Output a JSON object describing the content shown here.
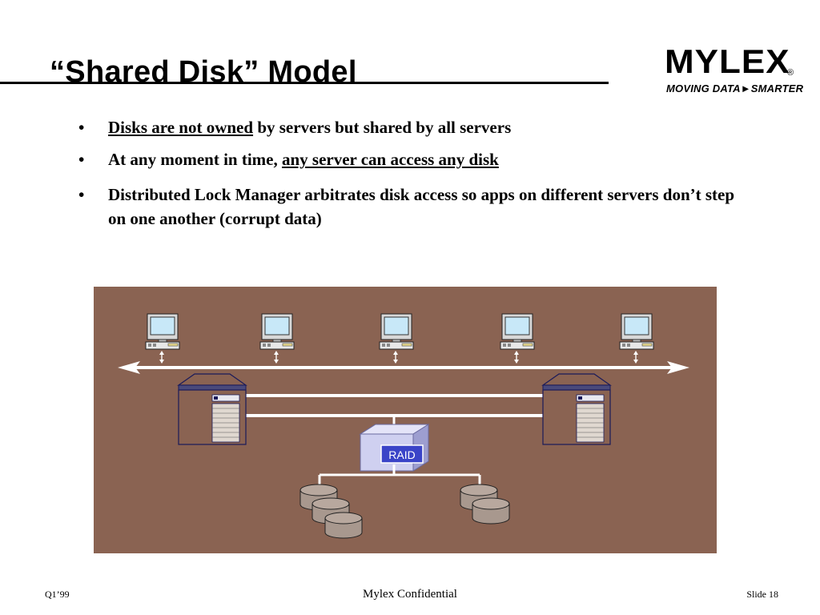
{
  "slide": {
    "title": "“Shared Disk” Model"
  },
  "logo": {
    "wordmark": "MYLEX",
    "registered": "®",
    "tagline": "MOVING DATA►SMARTER"
  },
  "bullets": [
    {
      "marker": "•",
      "underlined": "Disks are not owned",
      "rest": " by servers but shared by all servers"
    },
    {
      "marker": "•",
      "lead": "At any moment in time, ",
      "underlined": "any server can access any disk"
    },
    {
      "marker": "•",
      "text": "Distributed Lock Manager arbitrates disk access so apps on different servers don’t step on one another (corrupt data)"
    }
  ],
  "diagram": {
    "raid_label": "RAID",
    "clients": [
      "client-1",
      "client-2",
      "client-3",
      "client-4",
      "client-5"
    ],
    "servers": [
      "server-left",
      "server-right"
    ],
    "disk_groups": [
      {
        "name": "disk-group-left",
        "disks": 3
      },
      {
        "name": "disk-group-right",
        "disks": 2
      }
    ]
  },
  "colors": {
    "diagram_background": "#8a6352",
    "server_body": "#8a6352",
    "server_outline": "#1a1a5a",
    "raid_face": "#cfd0f0",
    "raid_label_bg": "#3a44c8",
    "disk_fill": "#a8988e",
    "screen": "#c8e8f8"
  },
  "footer": {
    "left": "Q1’99",
    "center": "Mylex Confidential",
    "right": "Slide 18"
  }
}
